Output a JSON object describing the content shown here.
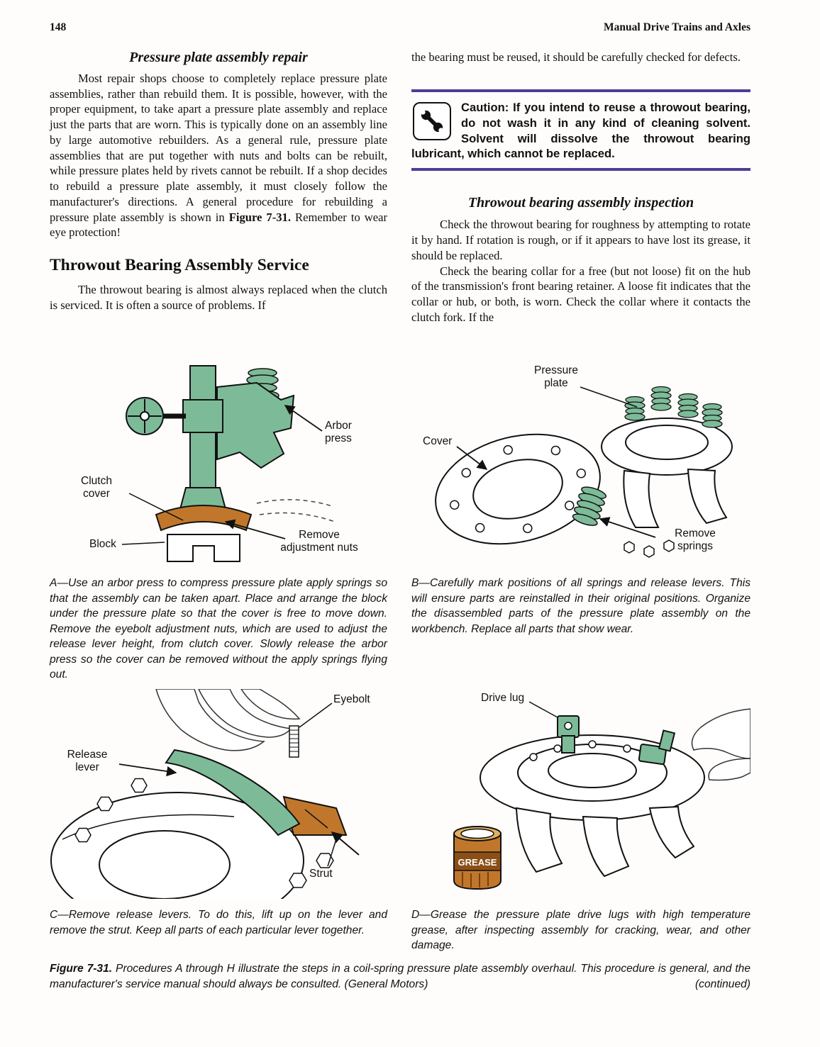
{
  "colors": {
    "green": "#7dbb98",
    "orange": "#c1772b",
    "purple": "#4c3f94"
  },
  "page": {
    "number": "148",
    "running_head": "Manual Drive Trains and Axles"
  },
  "left_column": {
    "heading": "Pressure plate assembly repair",
    "para1_pre": "Most repair shops choose to completely replace pressure plate assemblies, rather than rebuild them. It is possible, however, with the proper equipment, to take apart a pressure plate assembly and replace just the parts that are worn. This is typically done on an assembly line by large automotive rebuilders. As a general rule, pressure plate assemblies that are put together with nuts and bolts can be rebuilt, while pressure plates held by rivets cannot be rebuilt. If a shop decides to rebuild a pressure plate assembly, it must closely follow the manufacturer's directions. A general procedure for rebuilding a pressure plate assembly is shown in ",
    "para1_bold": "Figure 7-31.",
    "para1_post": " Remember to wear eye protection!",
    "section_heading": "Throwout Bearing Assembly Service",
    "para2": "The throwout bearing is almost always replaced when the clutch is serviced. It is often a source of problems. If"
  },
  "right_column": {
    "para1": "the bearing must be reused, it should be carefully checked for defects.",
    "caution_text": "Caution: If you intend to reuse a throwout bearing, do not wash it in any kind of cleaning solvent. Solvent will dissolve the throwout bearing lubricant, which cannot be replaced.",
    "heading": "Throwout bearing assembly inspection",
    "para2": "Check the throwout bearing for roughness by attempting to rotate it by hand. If rotation is rough, or if it appears to have lost its grease, it should be replaced.",
    "para3": "Check the bearing collar for a free (but not loose) fit on the hub of the transmission's front bearing retainer. A loose fit indicates that the collar or hub, or both, is worn. Check the collar where it contacts the clutch fork. If the"
  },
  "figure_a": {
    "labels": {
      "arbor_press": "Arbor\npress",
      "clutch_cover": "Clutch\ncover",
      "block": "Block",
      "remove_adjustment_nuts": "Remove\nadjustment nuts"
    },
    "caption": "A—Use an arbor press to compress pressure plate apply springs so that the assembly can be taken apart. Place and arrange the block under the pressure plate so that the cover is free to move down. Remove the eyebolt adjustment nuts, which are used to adjust the release lever height, from clutch cover. Slowly release the arbor press so the cover can be removed without the apply springs flying out."
  },
  "figure_b": {
    "labels": {
      "pressure_plate": "Pressure\nplate",
      "cover": "Cover",
      "remove_springs": "Remove\nsprings"
    },
    "caption": "B—Carefully mark positions of all springs and release levers. This will ensure parts are reinstalled in their original positions. Organize the disassembled parts of the pressure plate assembly on the workbench. Replace all parts that show wear."
  },
  "figure_c": {
    "labels": {
      "eyebolt": "Eyebolt",
      "release_lever": "Release\nlever",
      "strut": "Strut"
    },
    "caption": "C—Remove release levers. To do this, lift up on the lever and remove the strut. Keep all parts of each particular lever together."
  },
  "figure_d": {
    "labels": {
      "drive_lug": "Drive lug"
    },
    "grease_label": "GREASE",
    "caption": "D—Grease the pressure plate drive lugs with high temperature grease, after inspecting assembly for cracking, wear, and other damage."
  },
  "figure_caption": {
    "bold": "Figure 7-31.",
    "text": " Procedures A through H illustrate the steps in a coil-spring pressure plate assembly overhaul. This procedure is general, and the manufacturer's service manual should always be consulted. (General Motors)",
    "continued": "(continued)"
  }
}
